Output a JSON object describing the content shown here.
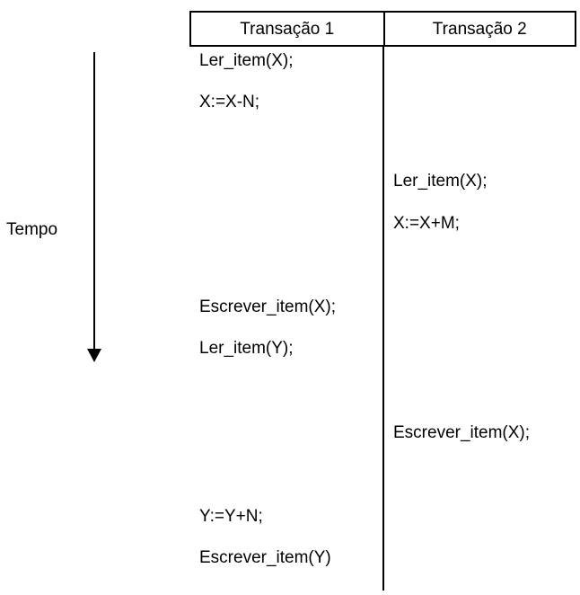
{
  "diagram": {
    "description": "Concurrent transaction schedule over time",
    "time_axis": {
      "label": "Tempo",
      "direction": "down"
    },
    "columns": [
      {
        "header": "Transação 1",
        "operations": [
          "Ler_item(X);",
          "X:=X-N;",
          "Escrever_item(X);",
          "Ler_item(Y);",
          "Y:=Y+N;",
          "Escrever_item(Y)"
        ]
      },
      {
        "header": "Transação 2",
        "operations": [
          "Ler_item(X);",
          "X:=X+M;",
          "Escrever_item(X);"
        ]
      }
    ],
    "colors": {
      "ink": "#000000",
      "background": "#ffffff"
    }
  }
}
